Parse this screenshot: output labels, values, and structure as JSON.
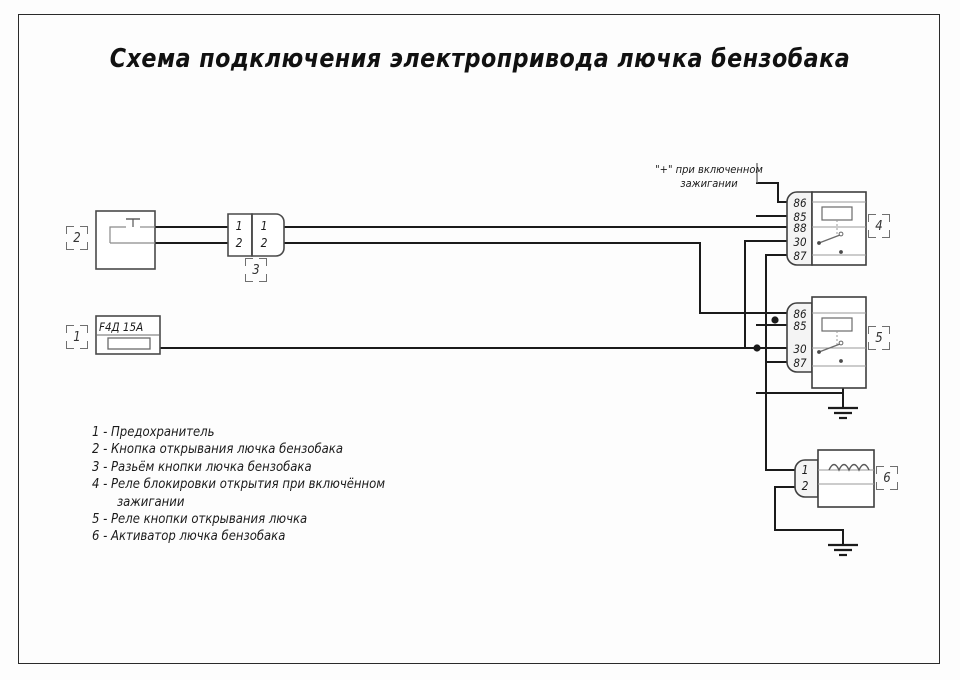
{
  "document": {
    "title": "Схема подключения электропривода лючка бензобака"
  },
  "annotations": {
    "ignition_note_line1": "\"+\" при включенном",
    "ignition_note_line2": "зажигании"
  },
  "components": {
    "fuse": {
      "ref": "1",
      "rating_label": "F4Д 15A"
    },
    "button": {
      "ref": "2"
    },
    "connector": {
      "ref": "3",
      "left_pins": [
        "1",
        "2"
      ],
      "right_pins": [
        "1",
        "2"
      ]
    },
    "relay_blocking": {
      "ref": "4",
      "terminals": [
        "86",
        "85",
        "88",
        "30",
        "87"
      ]
    },
    "relay_button": {
      "ref": "5",
      "terminals": [
        "86",
        "85",
        "30",
        "87"
      ]
    },
    "actuator": {
      "ref": "6",
      "pins": [
        "1",
        "2"
      ]
    }
  },
  "legend": {
    "items": [
      {
        "num": "1",
        "text": "1 - Предохранитель"
      },
      {
        "num": "2",
        "text": "2 - Кнопка открывания лючка бензобака"
      },
      {
        "num": "3",
        "text": "3 - Разьём кнопки лючка бензобака"
      },
      {
        "num": "4",
        "text": "4 - Реле блокировки открытия при включённом"
      },
      {
        "num": "4b",
        "text": "зажигании"
      },
      {
        "num": "5",
        "text": "5 - Реле кнопки открывания лючка"
      },
      {
        "num": "6",
        "text": "6 - Активатор лючка бензобака"
      }
    ]
  },
  "colors": {
    "frame": "#2a2a2a",
    "wire": "#1b1b1b",
    "symbol_outline": "#4a4a4a",
    "text": "#1b1b1b"
  }
}
